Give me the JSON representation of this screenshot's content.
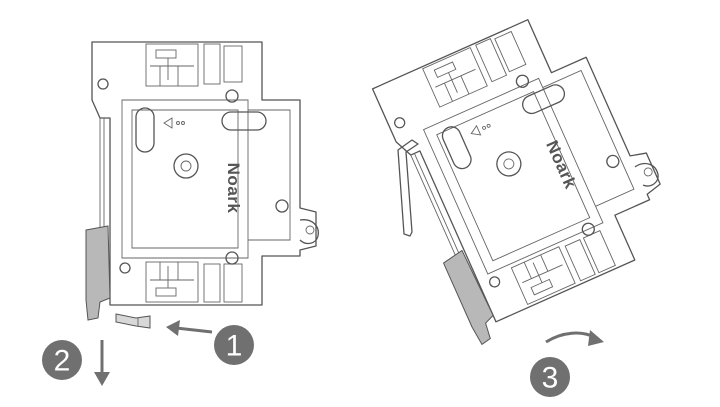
{
  "brand": "Noark",
  "steps": [
    {
      "id": "1",
      "label": "1"
    },
    {
      "id": "2",
      "label": "2"
    },
    {
      "id": "3",
      "label": "3"
    }
  ],
  "colors": {
    "circle_fill": "#707070",
    "line": "#555555",
    "clip_fill": "#b8b8b8",
    "arrow": "#707070"
  },
  "icons": {
    "step1_arrow": "arrow-left-icon",
    "step2_arrow": "arrow-down-icon",
    "step3_arrow": "curved-arrow-right-icon"
  }
}
